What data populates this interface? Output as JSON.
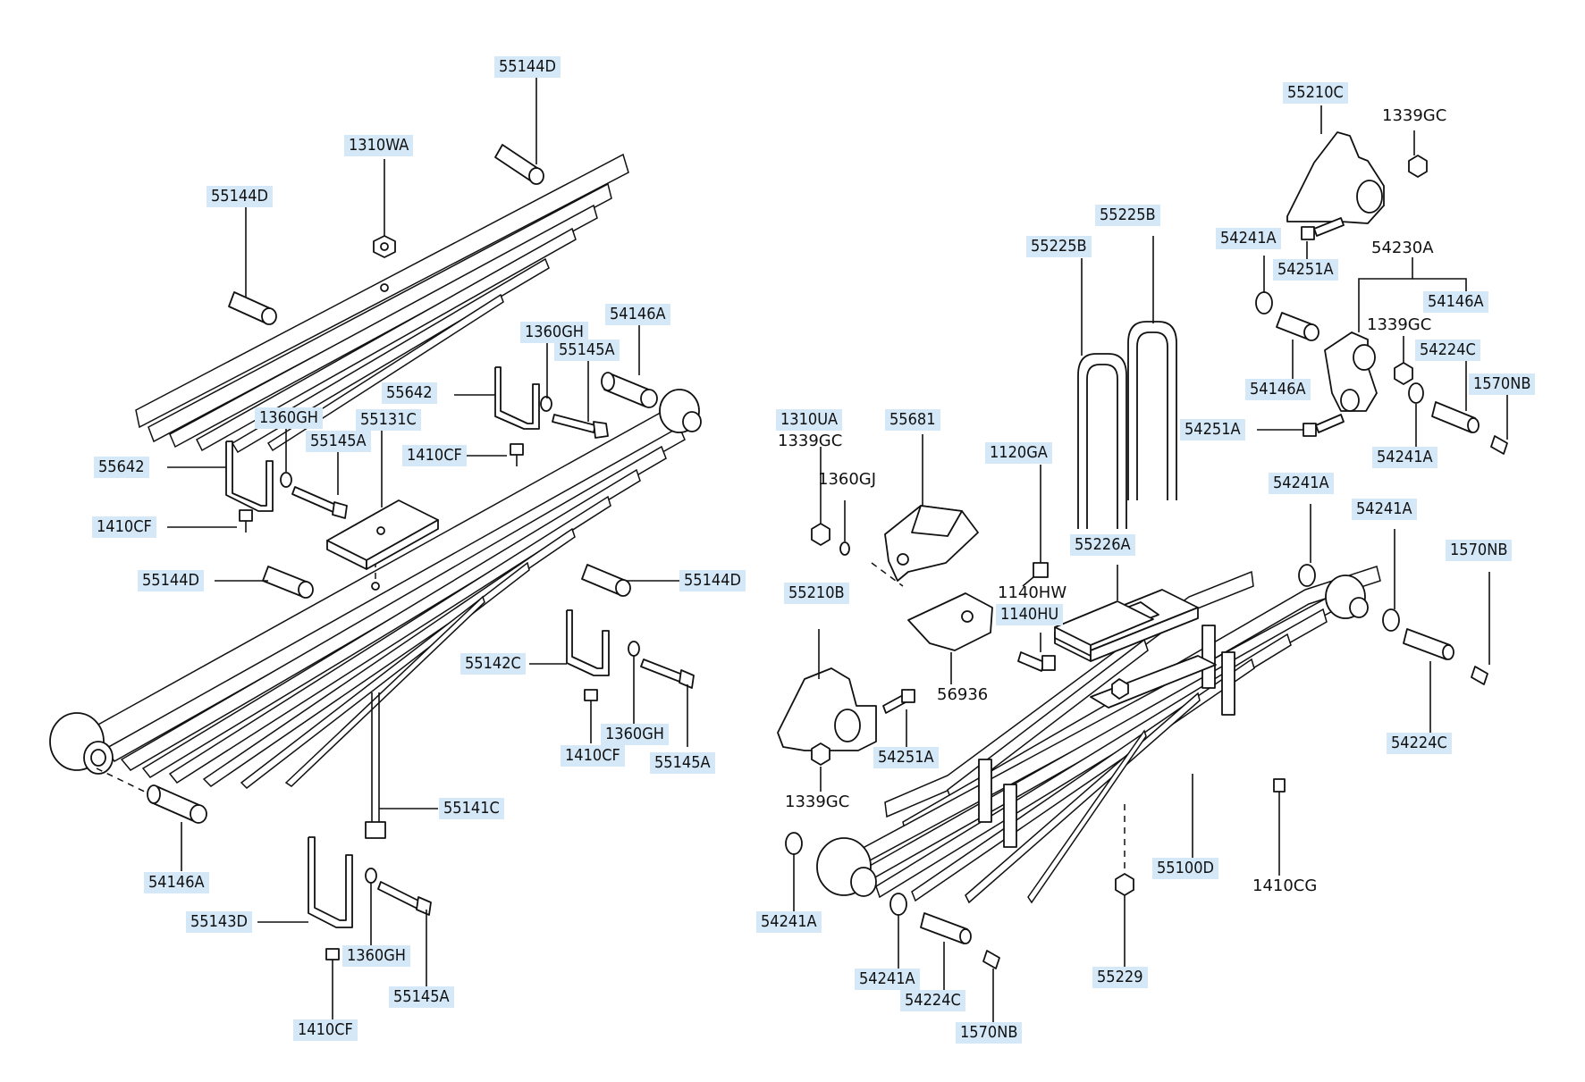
{
  "labels": {
    "l0": "55144D",
    "l1": "1310WA",
    "l2": "55144D",
    "l3": "1360GH",
    "l4": "55145A",
    "l5": "54146A",
    "l6": "55642",
    "l7": "1360GH",
    "l8": "55131C",
    "l9": "55145A",
    "l10": "1410CF",
    "l11": "55642",
    "l12": "1410CF",
    "l13": "55144D",
    "l14": "55144D",
    "l15": "55142C",
    "l16": "1360GH",
    "l17": "1410CF",
    "l18": "55145A",
    "l19": "55141C",
    "l20": "54146A",
    "l21": "55143D",
    "l22": "1360GH",
    "l23": "55145A",
    "l24": "1410CF",
    "r0": "55210C",
    "r1": "1339GC",
    "r2": "55225B",
    "r3": "55225B",
    "r4": "54241A",
    "r5": "54251A",
    "r6": "54230A",
    "r7": "54146A",
    "r8": "1339GC",
    "r9": "54224C",
    "r10": "54146A",
    "r11": "1570NB",
    "r12": "54251A",
    "r13": "54241A",
    "r14": "1310UA",
    "r15": "1339GC",
    "r16": "55681",
    "r17": "1120GA",
    "r18": "1360GJ",
    "r19": "54241A",
    "r20": "54241A",
    "r21": "1570NB",
    "r22": "55226A",
    "r23": "1140HW",
    "r24": "1140HU",
    "r25": "55210B",
    "r26": "56936",
    "r27": "54251A",
    "r28": "54224C",
    "r29": "1339GC",
    "r30": "55100D",
    "r31": "1410CG",
    "r32": "54241A",
    "r33": "55229",
    "r34": "54241A",
    "r35": "54224C",
    "r36": "1570NB"
  }
}
